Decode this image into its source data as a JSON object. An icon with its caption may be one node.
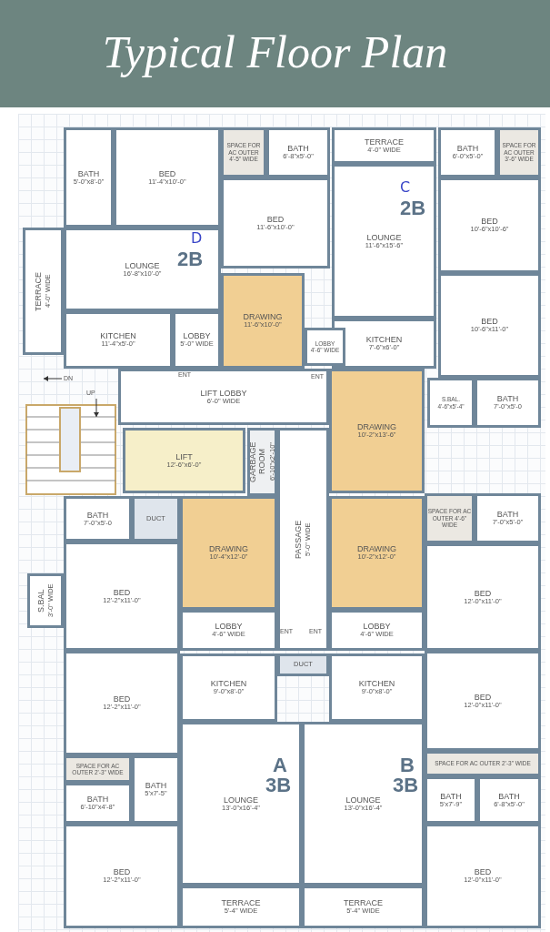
{
  "diagram": {
    "title": "Typical Floor Plan",
    "nodes": [
      {
        "text": [
          "BATH",
          "5'-0\"x8'-0\""
        ]
      },
      {
        "text": [
          "BED",
          "11'-4\"x10'-0\""
        ]
      },
      {
        "text": [
          "SPACE FOR AC OUTER 4'-5\" WIDE"
        ]
      },
      {
        "text": [
          "BED",
          "11'-6\"x10'-0\""
        ]
      },
      {
        "text": [
          "BATH",
          "6'-8\"x5'-0\""
        ]
      },
      {
        "text": [
          "TERRACE",
          "4'-0\" WIDE"
        ]
      },
      {
        "text": [
          "LOUNGE",
          "16'-8\"x10'-0\""
        ]
      },
      {
        "text": [
          "KITCHEN",
          "11'-4\"x5'-0\""
        ]
      },
      {
        "text": [
          "LOBBY",
          "5'-0\" WIDE"
        ]
      },
      {
        "text": [
          "DRAWING",
          "11'-6\"x10'-0\""
        ]
      },
      {
        "text": [
          "TERRACE",
          "4'-0\" WIDE"
        ]
      },
      {
        "text": [
          "LOUNGE",
          "11'-6\"x15'-6\""
        ]
      },
      {
        "text": [
          "KITCHEN",
          "7'-6\"x6'-0\""
        ]
      },
      {
        "text": [
          "LOBBY",
          "4'-6\" WIDE"
        ]
      },
      {
        "text": [
          "BATH",
          "6'-0\"x5'-0\""
        ]
      },
      {
        "text": [
          "SPACE FOR AC OUTER 3'-6\" WIDE"
        ]
      },
      {
        "text": [
          "BED",
          "10'-6\"x10'-6\""
        ]
      },
      {
        "text": [
          "BED",
          "10'-6\"x11'-0\""
        ]
      },
      {
        "text": [
          "S.BAL.",
          "4'-6\"x5'-4\""
        ]
      },
      {
        "text": [
          "BATH",
          "7'-0\"x5'-0"
        ]
      },
      {
        "text": [
          "LIFT LOBBY",
          "6'-0\" WIDE"
        ]
      },
      {
        "text": [
          "LIFT",
          "12'-6\"x6'-0\""
        ]
      },
      {
        "text": [
          "GARBAGE ROOM",
          "6'-10\"x2'-10\""
        ]
      },
      {
        "text": [
          "DRAWING",
          "10'-2\"x13'-6\""
        ]
      },
      {
        "text": [
          "PASSAGE",
          "5'-0\" WIDE"
        ]
      },
      {
        "text": [
          "BATH",
          "7'-0\"x5'-0"
        ]
      },
      {
        "text": [
          "DUCT"
        ]
      },
      {
        "text": [
          "DRAWING",
          "10'-4\"x12'-0\""
        ]
      },
      {
        "text": [
          "S.BAL",
          "3'-0\" WIDE"
        ]
      },
      {
        "text": [
          "BED",
          "12'-2\"x11'-0\""
        ]
      },
      {
        "text": [
          "LOBBY",
          "4'-6\" WIDE"
        ]
      },
      {
        "text": [
          "DRAWING",
          "10'-2\"x12'-0\""
        ]
      },
      {
        "text": [
          "SPACE FOR AC OUTER 4'-6\" WIDE"
        ]
      },
      {
        "text": [
          "BATH",
          "7'-0\"x5'-0\""
        ]
      },
      {
        "text": [
          "BED",
          "12'-0\"x11'-0\""
        ]
      },
      {
        "text": [
          "LOBBY",
          "4'-6\" WIDE"
        ]
      },
      {
        "text": [
          "DUCT"
        ]
      },
      {
        "text": [
          "KITCHEN",
          "9'-0\"x8'-0\""
        ]
      },
      {
        "text": [
          "KITCHEN",
          "9'-0\"x8'-0\""
        ]
      },
      {
        "text": [
          "BED",
          "12'-2\"x11'-0\""
        ]
      },
      {
        "text": [
          "SPACE FOR AC OUTER 2'-3\" WIDE"
        ]
      },
      {
        "text": [
          "BATH",
          "6'-10\"x4'-8\""
        ]
      },
      {
        "text": [
          "BATH",
          "5'x7'-5\""
        ]
      },
      {
        "text": [
          "BED",
          "12'-2\"x11'-0\""
        ]
      },
      {
        "text": [
          "LOUNGE",
          "13'-0\"x16'-4\""
        ]
      },
      {
        "text": [
          "TERRACE",
          "5'-4\" WIDE"
        ]
      },
      {
        "text": [
          "LOUNGE",
          "13'-0\"x16'-4\""
        ]
      },
      {
        "text": [
          "TERRACE",
          "5'-4\" WIDE"
        ]
      },
      {
        "text": [
          "BED",
          "12'-0\"x11'-0\""
        ]
      },
      {
        "text": [
          "SPACE FOR AC OUTER 2'-3\" WIDE"
        ]
      },
      {
        "text": [
          "BATH",
          "5'x7'-9\""
        ]
      },
      {
        "text": [
          "BATH",
          "6'-8\"x5'-0\""
        ]
      },
      {
        "text": [
          "BED",
          "12'-0\"x11'-0\""
        ]
      }
    ],
    "labels": [
      "D",
      "2B",
      "C",
      "2B",
      "ENT",
      "ENT",
      "DN",
      "UP",
      "ENT",
      "ENT",
      "A",
      "3B",
      "B",
      "3B"
    ]
  }
}
